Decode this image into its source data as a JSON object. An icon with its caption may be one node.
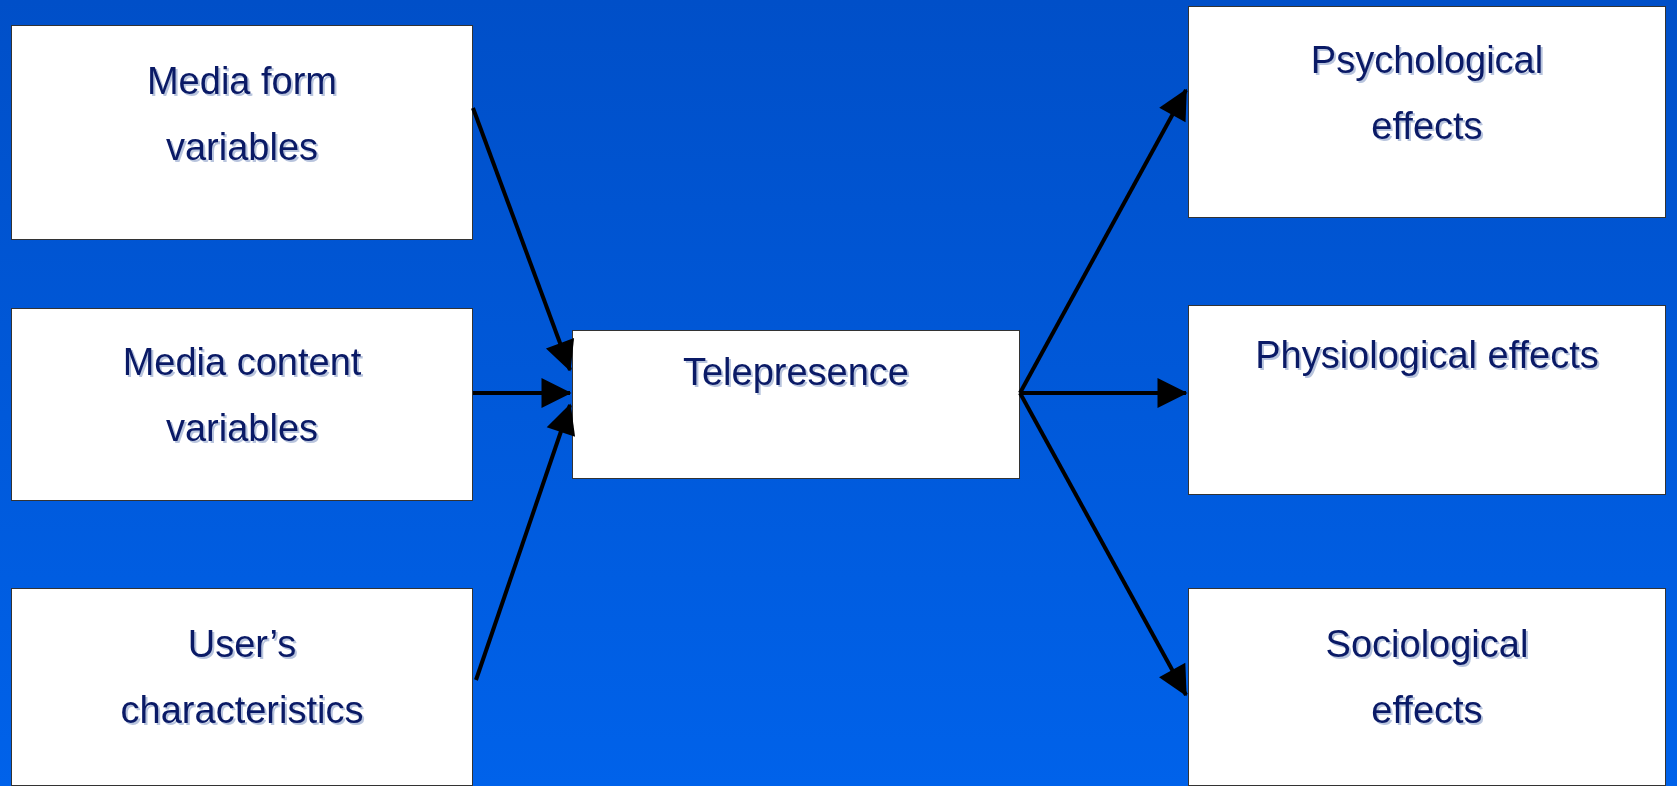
{
  "diagram": {
    "nodes": [
      {
        "text": [
          "Media form variables"
        ]
      },
      {
        "text": [
          "Media content variables"
        ]
      },
      {
        "text": [
          "User’s characteristics"
        ]
      },
      {
        "text": [
          "Telepresence"
        ]
      },
      {
        "text": [
          "Psychological effects"
        ]
      },
      {
        "text": [
          "Physiological effects"
        ]
      },
      {
        "text": [
          "Sociological effects"
        ]
      }
    ],
    "edges": [
      {
        "from": 0,
        "to": 3,
        "arrow": "to"
      },
      {
        "from": 1,
        "to": 3,
        "arrow": "to"
      },
      {
        "from": 2,
        "to": 3,
        "arrow": "to"
      },
      {
        "from": 3,
        "to": 4,
        "arrow": "to"
      },
      {
        "from": 3,
        "to": 5,
        "arrow": "to"
      },
      {
        "from": 3,
        "to": 6,
        "arrow": "to"
      }
    ]
  }
}
